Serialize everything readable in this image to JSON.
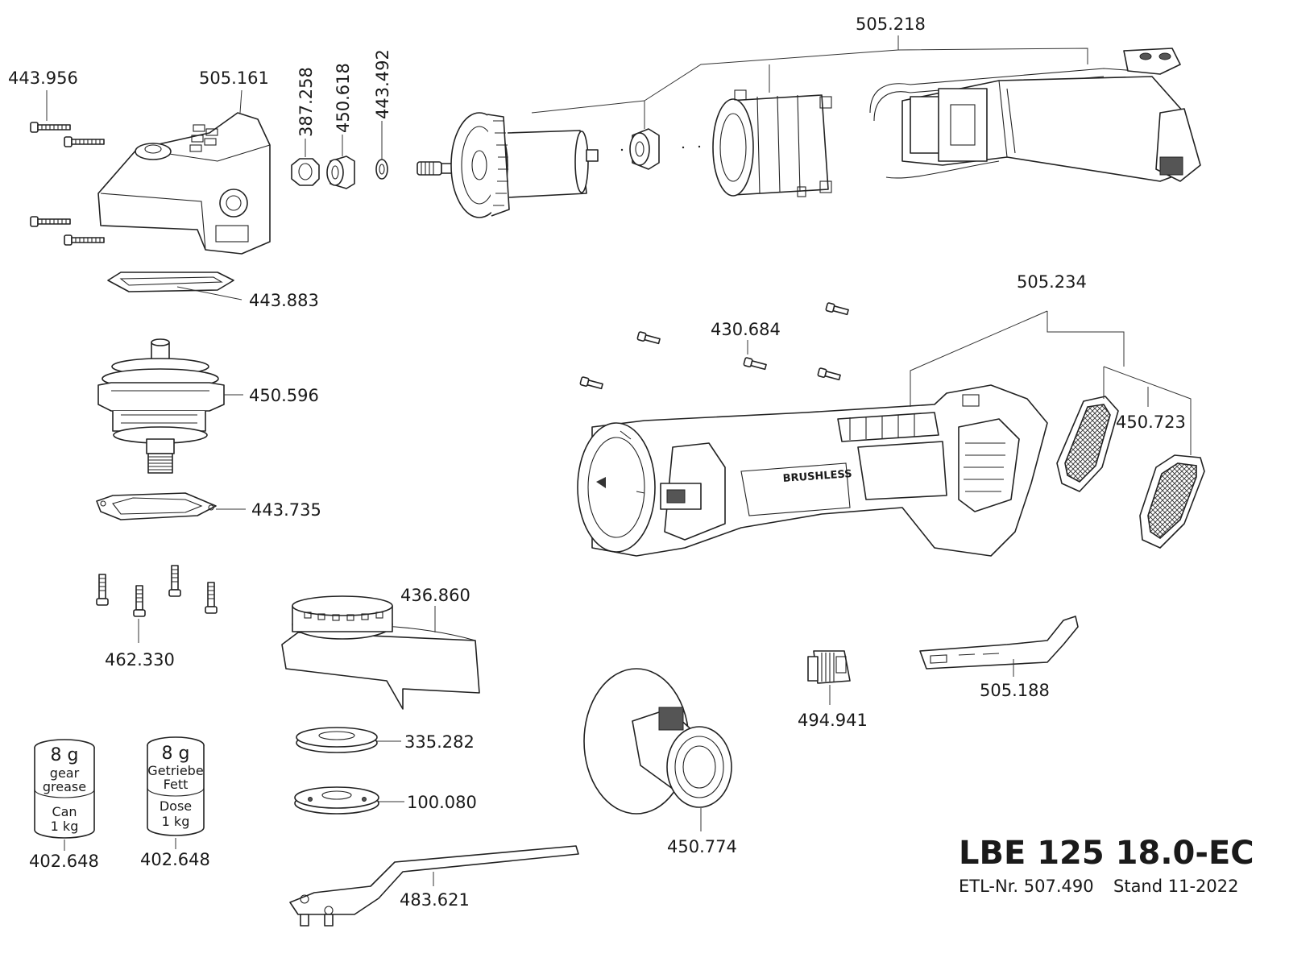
{
  "title": "LBE 125 18.0-EC",
  "etl": "ETL-Nr. 507.490",
  "stand": "Stand 11-2022",
  "parts": {
    "p443956": "443.956",
    "p505161": "505.161",
    "p387258": "387.258",
    "p450618": "450.618",
    "p443492": "443.492",
    "p505218": "505.218",
    "p443883": "443.883",
    "p450596": "450.596",
    "p443735": "443.735",
    "p462330": "462.330",
    "p436860": "436.860",
    "p335282": "335.282",
    "p100080": "100.080",
    "p483621": "483.621",
    "p450774": "450.774",
    "p494941": "494.941",
    "p505188": "505.188",
    "p505234": "505.234",
    "p430684": "430.684",
    "p450723": "450.723",
    "p402648a": "402.648",
    "p402648b": "402.648"
  },
  "cans": {
    "can1": {
      "weight": "8 g",
      "line1": "gear",
      "line2": "grease",
      "line3": "Can",
      "line4": "1 kg"
    },
    "can2": {
      "weight": "8 g",
      "line1": "Getriebe",
      "line2": "Fett",
      "line3": "Dose",
      "line4": "1 kg"
    }
  },
  "housing_text": "BRUSHLESS"
}
